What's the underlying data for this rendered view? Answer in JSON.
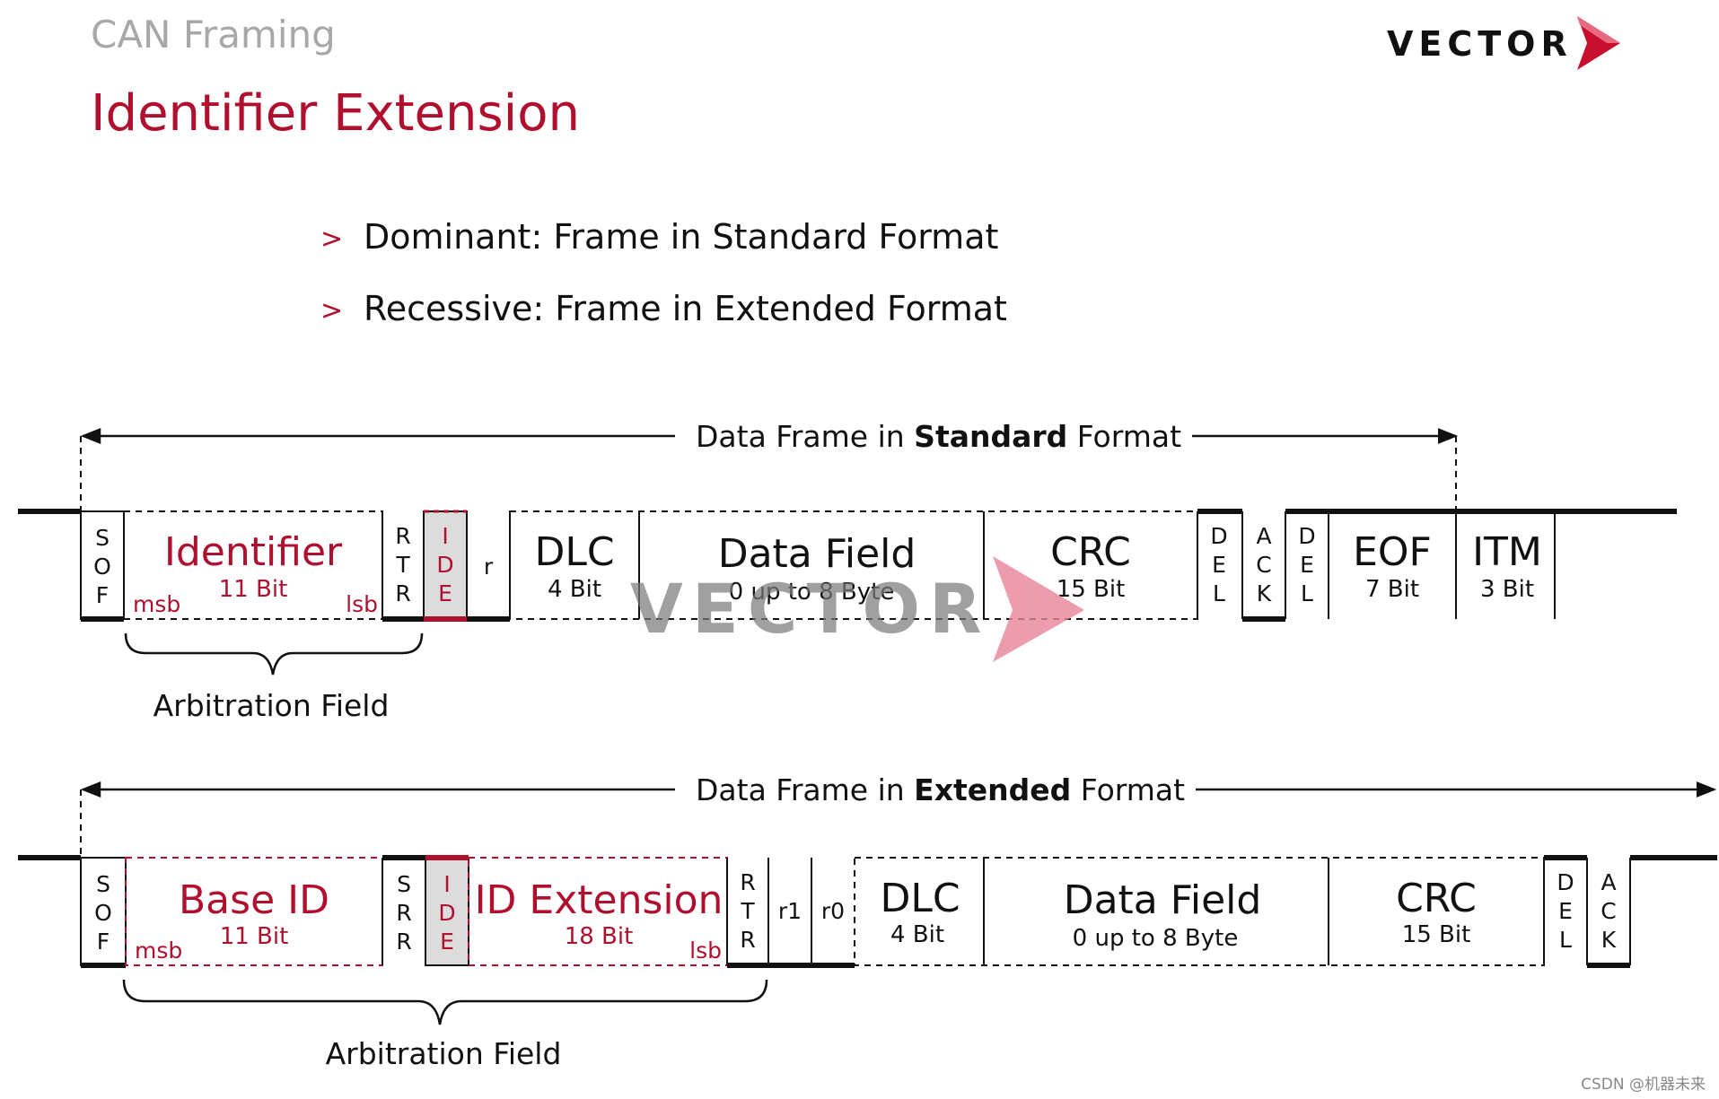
{
  "header": {
    "subtitle": "CAN Framing",
    "title": "Identifier Extension",
    "logo_text": "VECTOR",
    "watermark_text": "VECTOR",
    "source_note": "CSDN @机器未来"
  },
  "bullets": [
    {
      "marker": ">",
      "text": "Dominant: Frame in Standard Format"
    },
    {
      "marker": ">",
      "text": "Recessive: Frame in Extended Format"
    }
  ],
  "standard": {
    "caption_pre": "Data Frame in ",
    "caption_bold": "Standard",
    "caption_post": " Format",
    "arbitration_label": "Arbitration Field",
    "fields": {
      "sof": [
        "S",
        "O",
        "F"
      ],
      "identifier": {
        "name": "Identifier",
        "bits": "11 Bit",
        "msb": "msb",
        "lsb": "lsb"
      },
      "rtr": [
        "R",
        "T",
        "R"
      ],
      "ide": [
        "I",
        "D",
        "E"
      ],
      "r": "r",
      "dlc": {
        "name": "DLC",
        "bits": "4 Bit"
      },
      "data": {
        "name": "Data Field",
        "bits": "0 up to 8 Byte"
      },
      "crc": {
        "name": "CRC",
        "bits": "15 Bit"
      },
      "crc_del": [
        "D",
        "E",
        "L"
      ],
      "ack": [
        "A",
        "C",
        "K"
      ],
      "ack_del": [
        "D",
        "E",
        "L"
      ],
      "eof": {
        "name": "EOF",
        "bits": "7 Bit"
      },
      "itm": {
        "name": "ITM",
        "bits": "3 Bit"
      }
    }
  },
  "extended": {
    "caption_pre": "Data Frame in ",
    "caption_bold": "Extended",
    "caption_post": " Format",
    "arbitration_label": "Arbitration Field",
    "fields": {
      "sof": [
        "S",
        "O",
        "F"
      ],
      "base_id": {
        "name": "Base ID",
        "bits": "11 Bit",
        "msb": "msb"
      },
      "srr": [
        "S",
        "R",
        "R"
      ],
      "ide": [
        "I",
        "D",
        "E"
      ],
      "id_ext": {
        "name": "ID Extension",
        "bits": "18 Bit",
        "lsb": "lsb"
      },
      "rtr": [
        "R",
        "T",
        "R"
      ],
      "r1": "r1",
      "r0": "r0",
      "dlc": {
        "name": "DLC",
        "bits": "4 Bit"
      },
      "data": {
        "name": "Data Field",
        "bits": "0 up to 8 Byte"
      },
      "crc": {
        "name": "CRC",
        "bits": "15 Bit"
      },
      "crc_del": [
        "D",
        "E",
        "L"
      ],
      "ack": [
        "A",
        "C",
        "K"
      ]
    }
  },
  "colors": {
    "accent_red": "#b0102e",
    "subtitle_gray": "#a8a8a8",
    "ide_fill": "#dcdcdc",
    "watermark_pink": "#e8869a",
    "watermark_gray": "#7a7a7a"
  }
}
